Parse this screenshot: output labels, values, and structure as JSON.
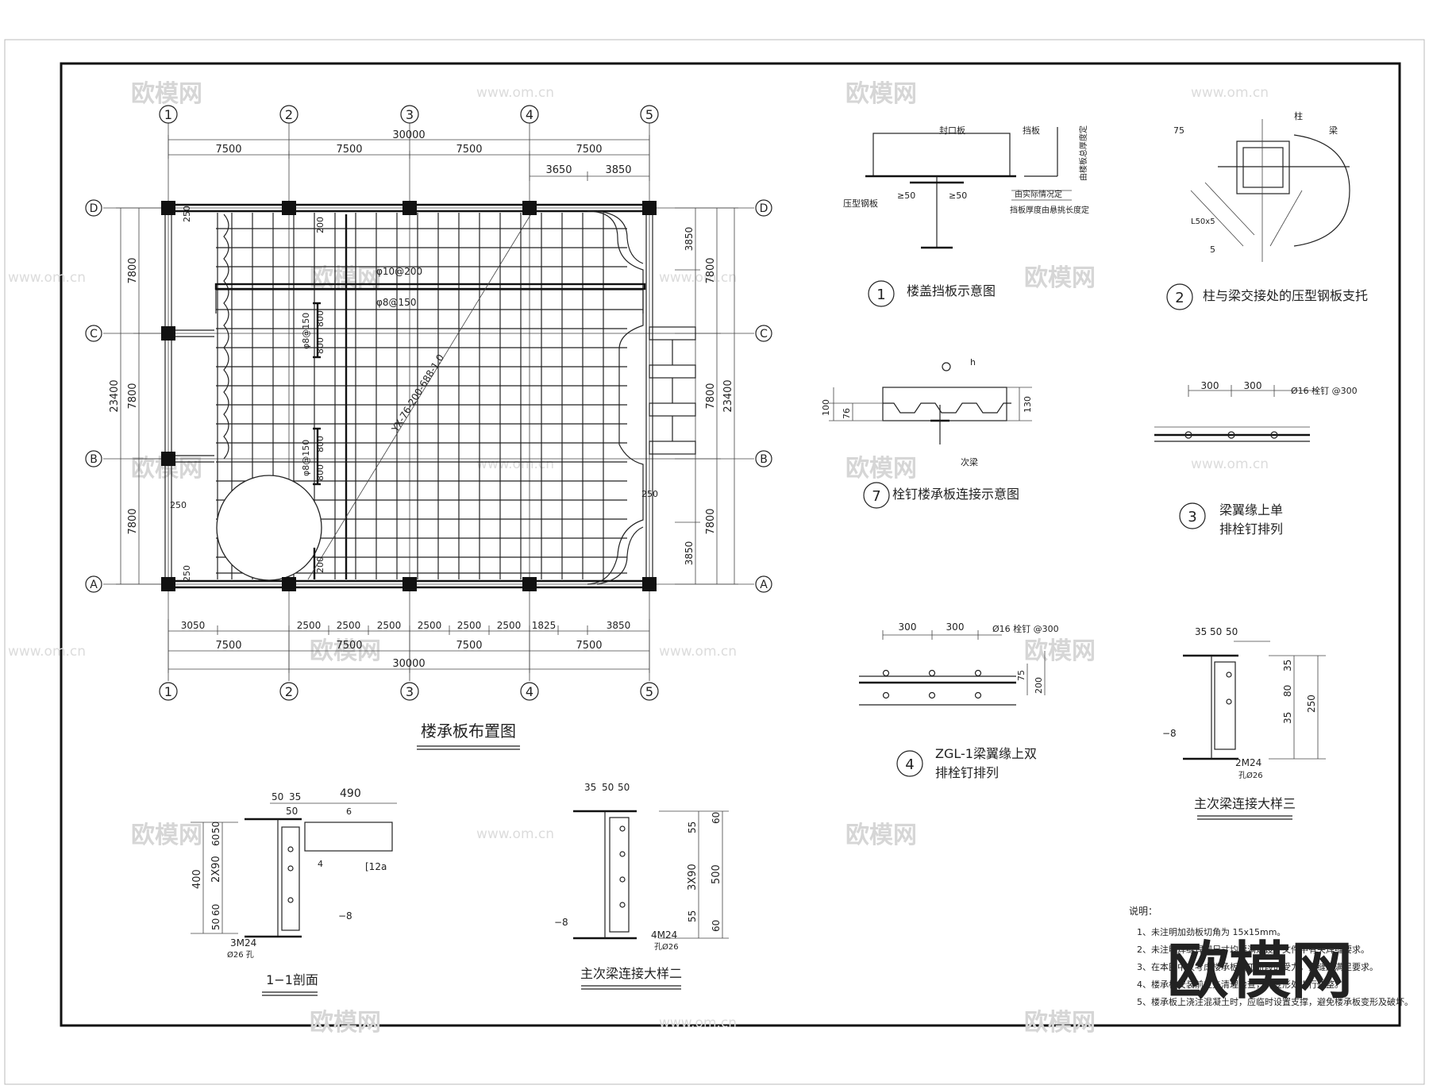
{
  "grid": {
    "col_labels": [
      "1",
      "2",
      "3",
      "4",
      "5"
    ],
    "row_labels": [
      "D",
      "C",
      "B",
      "A"
    ]
  },
  "plan": {
    "title": "楼承板布置图",
    "dims_top": [
      "7500",
      "7500",
      "7500",
      "7500"
    ],
    "dim_total": "30000",
    "dims_top_sub": [
      "3650",
      "3850"
    ],
    "dims_bottom": [
      "3050",
      "2500",
      "2500",
      "2500",
      "2500",
      "2500",
      "2500",
      "1825",
      "3850"
    ],
    "dims_bottom_bays": [
      "7500",
      "7500",
      "7500",
      "7500"
    ],
    "dims_left": [
      "7800",
      "7800",
      "7800"
    ],
    "dim_left_total": "23400",
    "dims_right": [
      "3850",
      "7800",
      "7800",
      "7800",
      "3850"
    ],
    "dim_right_total": "23400",
    "edge_250": [
      "250",
      "250",
      "250",
      "250"
    ],
    "rebar1": "φ10@200",
    "rebar2": "φ8@150",
    "rebar3": "φ8@150",
    "rebar4": "φ8@150",
    "deck_code": "YX-76-200-688-1.0",
    "d200": [
      "200",
      "200"
    ],
    "d800": [
      "800",
      "800",
      "800",
      "800"
    ]
  },
  "d1": {
    "num": "1",
    "title": "楼盖挡板示意图",
    "l1": "封口板",
    "l2": "挡板",
    "l3": "压型钢板",
    "l4": "≥50",
    "l5": "≥50",
    "l6": "由实际情况定",
    "l7": "挡板厚度由悬挑长度定",
    "l8": "由楼板总厚度定"
  },
  "d2": {
    "num": "2",
    "title": "柱与梁交接处的压型钢板支托",
    "l1": "柱",
    "l2": "梁",
    "l3": "75",
    "l4": "L50x5",
    "l5": "5"
  },
  "d7": {
    "num": "7",
    "title": "栓钉楼承板连接示意图",
    "l1": "100",
    "l2": "76",
    "l3": "130",
    "l4": "次梁",
    "l5": "h"
  },
  "d3": {
    "num": "3",
    "title_l1": "梁翼缘上单",
    "title_l2": "排栓钉排列",
    "l1": "300",
    "l2": "300",
    "l3": "Ø16 栓钉 @300"
  },
  "d4": {
    "num": "4",
    "title_l1": "ZGL-1梁翼缘上双",
    "title_l2": "排栓钉排列",
    "l1": "300",
    "l2": "300",
    "l3": "Ø16 栓钉 @300",
    "l4": "200",
    "l5": "75"
  },
  "d5": {
    "title": "主次梁连接大样三",
    "l1": "35",
    "l2": "50",
    "l3": "50",
    "l4": "35",
    "l5": "80",
    "l6": "35",
    "l7": "250",
    "l8": "2M24",
    "l9": "孔Ø26",
    "l10": "−8"
  },
  "d6": {
    "title": "1−1剖面",
    "l1": "50",
    "l2": "35",
    "l3": "490",
    "l4": "50",
    "l5": "6",
    "l6": "50",
    "l7": "60",
    "l8": "2X90",
    "l9": "400",
    "l10": "60",
    "l11": "50",
    "l12": "[12a",
    "l13": "4",
    "l14": "−8",
    "l15": "3M24",
    "l16": "Ø26 孔"
  },
  "d8": {
    "title": "主次梁连接大样二",
    "l1": "35",
    "l2": "50",
    "l3": "50",
    "l4": "60",
    "l5": "55",
    "l6": "3X90",
    "l7": "500",
    "l8": "55",
    "l9": "60",
    "l10": "−8",
    "l11": "4M24",
    "l12": "孔Ø26"
  },
  "notes": {
    "heading": "说明：",
    "items": [
      "1、未注明加劲板切角为  15x15mm。",
      "2、未注明焊缝焊脚尺寸均要满足设计文件中有关焊缝要求。",
      "3、在本图中仅考虑楼承板施工阶段的受力，拼缝应满足要求。",
      "4、楼承板安装前应先清理检查，对变形处进行修整。",
      "5、楼承板上浇注混凝土时，应临时设置支撑，避免楼承板变形及破坏。"
    ]
  },
  "watermark": {
    "text": "欧模网",
    "url": "www.om.cn"
  }
}
